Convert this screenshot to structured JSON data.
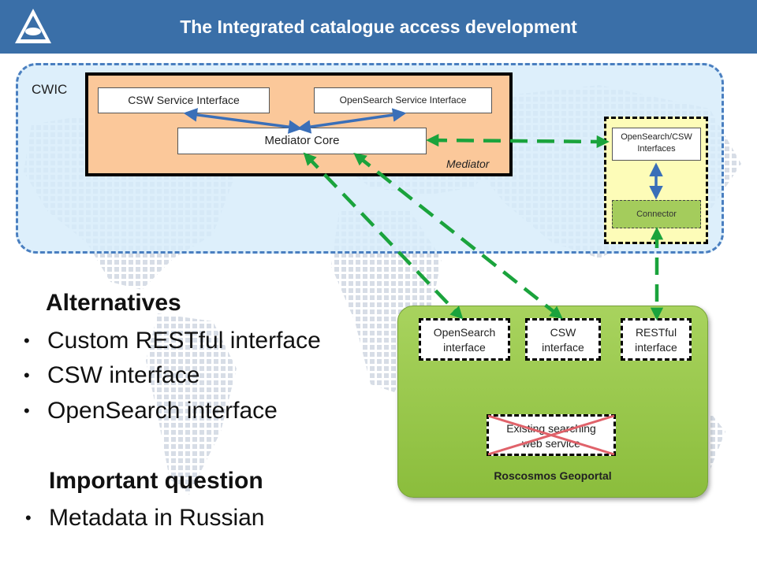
{
  "header": {
    "title": "The Integrated catalogue access development"
  },
  "cwic": {
    "label": "CWIC"
  },
  "mediator": {
    "label": "Mediator",
    "csw_service_interface": "CSW  Service Interface",
    "opensearch_service_interface": "OpenSearch Service Interface",
    "core": "Mediator Core"
  },
  "adapter": {
    "opensearch_csw": [
      "OpenSearch/CSW",
      "Interfaces"
    ],
    "connector": "Connector"
  },
  "geoportal": {
    "label": "Roscosmos  Geoportal",
    "opensearch_interface": [
      "OpenSearch",
      "interface"
    ],
    "csw_interface": [
      "CSW",
      "interface"
    ],
    "restful_interface": [
      "RESTful",
      "interface"
    ],
    "existing_service": [
      "Existing searching",
      "web service"
    ]
  },
  "alternatives": {
    "title": "Alternatives",
    "items": [
      "Custom RESTful interface",
      "CSW interface",
      "OpenSearch  interface"
    ]
  },
  "important_question": {
    "title": "Important question",
    "items": [
      "Metadata in Russian"
    ]
  },
  "colors": {
    "header": "#3a6fa8",
    "cwic_border": "#4a7fc0",
    "mediator_fill": "#fbc89a",
    "green_arrow": "#1aa33c",
    "blue_arrow": "#3a6fb8",
    "geoportal_fill": "#9acb4c",
    "cross": "#e0626a"
  }
}
